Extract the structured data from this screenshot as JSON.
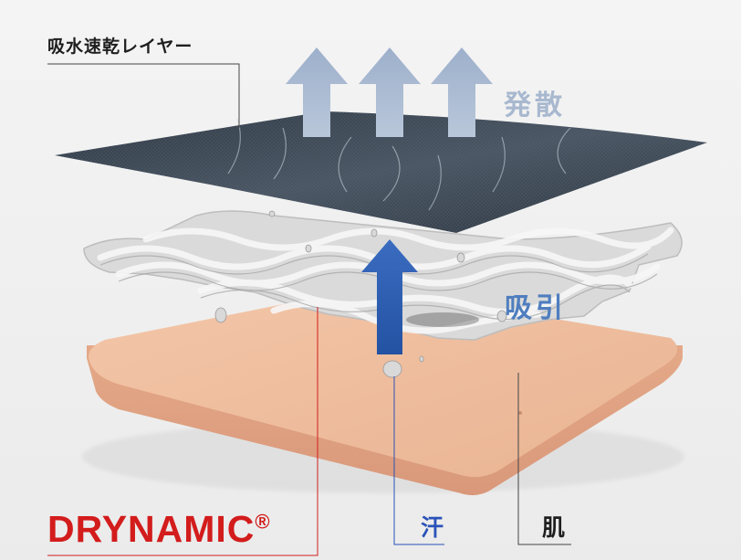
{
  "labels": {
    "top_layer": "吸水速乾レイヤー",
    "diffusion": "発散",
    "absorption": "吸引",
    "sweat": "汗",
    "skin": "肌"
  },
  "brand": {
    "name": "DRYNAMIC",
    "mark": "®",
    "color": "#d31c1c"
  },
  "colors": {
    "diffusion_arrow": "#a8b8cf",
    "absorption_arrow": "#2f5fb0",
    "top_fabric": "#3e4a57",
    "mesh_layer": "#dcdcdc",
    "skin": "#efbea0",
    "sweat_line": "#2a52b8",
    "brand_line": "#d31c1c",
    "leader_line": "#444444"
  }
}
